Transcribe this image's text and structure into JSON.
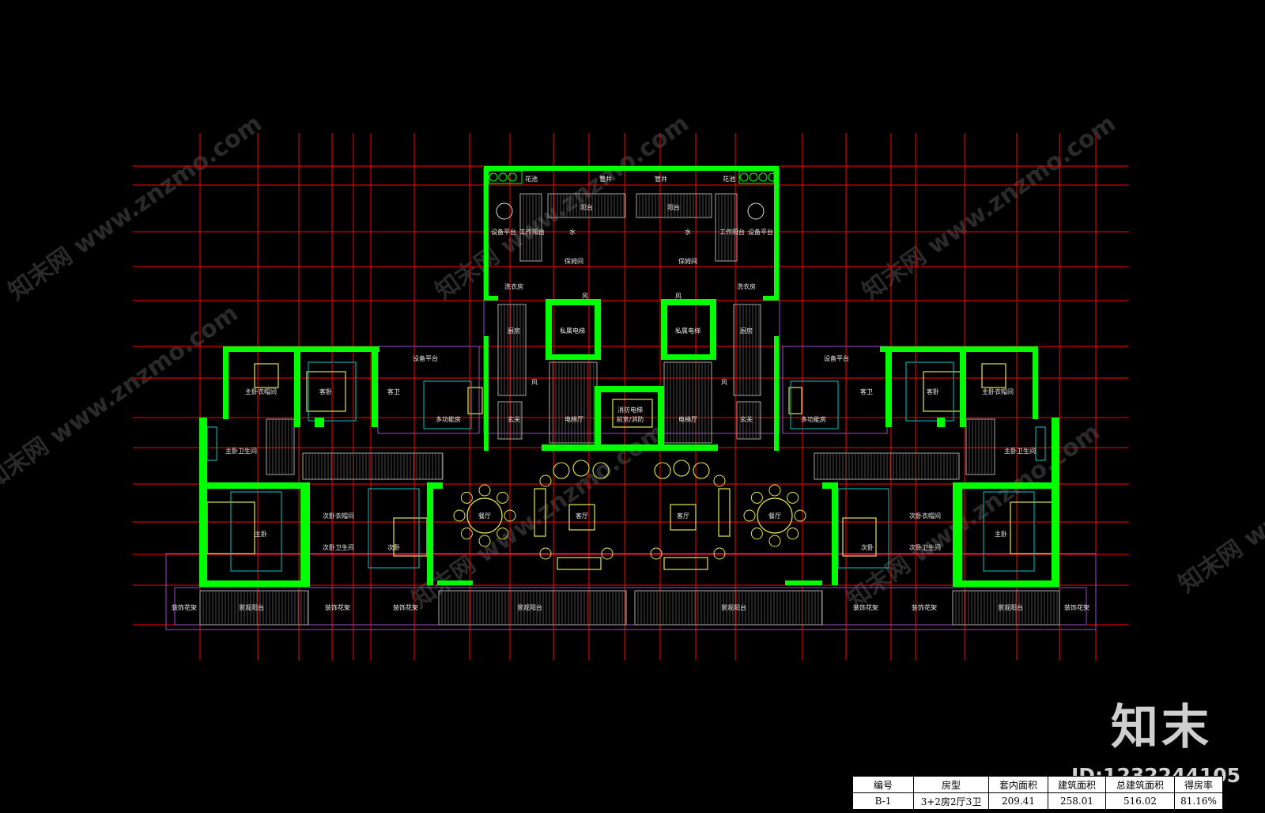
{
  "colors": {
    "background": "#000000",
    "grid": "#ff0000",
    "wall": "#00ff00",
    "furniture": "#e6e64a",
    "fixture": "#00c8c8",
    "outline": "#9b4dca",
    "label": "#e8e8e8"
  },
  "labels": {
    "flower": "花池",
    "pipe_l": "管井",
    "pipe_r": "管井",
    "balcony": "阳台",
    "equip": "设备平台",
    "work": "工作阳台",
    "water": "水",
    "wind": "风",
    "nanny": "保姆间",
    "laundry": "洗衣房",
    "kitchen": "厨房",
    "elevator": "私属电梯",
    "fire_elev": "消防电梯",
    "lobby_hall": "前室/消防",
    "elev_hall": "电梯厅",
    "foyer": "玄关",
    "guest_bath": "客卫",
    "multi": "多功能房",
    "guest": "客卧",
    "master_cloak": "主卧衣帽间",
    "master_bath": "主卧卫生间",
    "master": "主卧",
    "second_cloak": "次卧衣帽间",
    "second_bath": "次卧卫生间",
    "second": "次卧",
    "dining": "餐厅",
    "living": "客厅",
    "view_balcony": "景观阳台",
    "deco": "装饰花架"
  },
  "watermark": {
    "text": "知末网 www.znzmo.com"
  },
  "brand": {
    "text": "知末",
    "id": "ID:1232244105"
  },
  "info_table": {
    "headers": [
      "编号",
      "房型",
      "套内面积",
      "建筑面积",
      "总建筑面积",
      "得房率"
    ],
    "values": [
      "B-1",
      "3+2房2厅3卫",
      "209.41",
      "258.01",
      "516.02",
      "81.16%"
    ]
  }
}
